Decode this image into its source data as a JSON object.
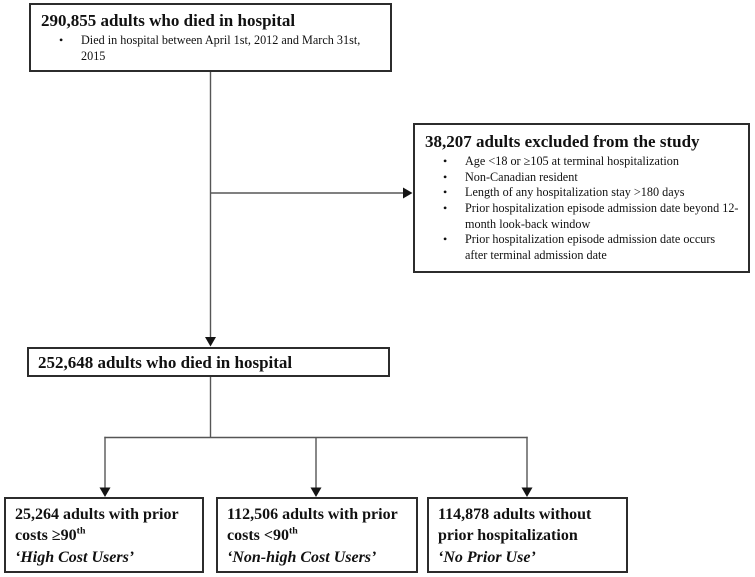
{
  "flowchart": {
    "top_box": {
      "title": "290,855 adults who died in hospital",
      "bullets": [
        "Died in hospital between April 1st, 2012 and March 31st, 2015"
      ]
    },
    "excluded_box": {
      "title": "38,207 adults excluded from the study",
      "bullets": [
        "Age <18 or ≥105 at terminal hospitalization",
        "Non-Canadian resident",
        "Length of any hospitalization stay >180 days",
        "Prior hospitalization episode admission date beyond 12-month look-back window",
        "Prior hospitalization episode admission date occurs after terminal admission date"
      ]
    },
    "cohort_box": {
      "title": "252,648 adults who died in hospital"
    },
    "outcome_boxes": [
      {
        "text": "25,264 adults with prior costs ≥90",
        "superscript": "th",
        "label": "‘High Cost Users’"
      },
      {
        "text": "112,506 adults with prior costs <90",
        "superscript": "th",
        "label": "‘Non-high Cost Users’"
      },
      {
        "text": "114,878 adults without prior hospitalization",
        "superscript": "",
        "label": "‘No Prior Use’"
      }
    ]
  },
  "colors": {
    "background": "#ffffff",
    "box_border": "#2c2c2c",
    "connector_line": "#565656",
    "arrowhead": "#141414",
    "text": "#111111"
  }
}
